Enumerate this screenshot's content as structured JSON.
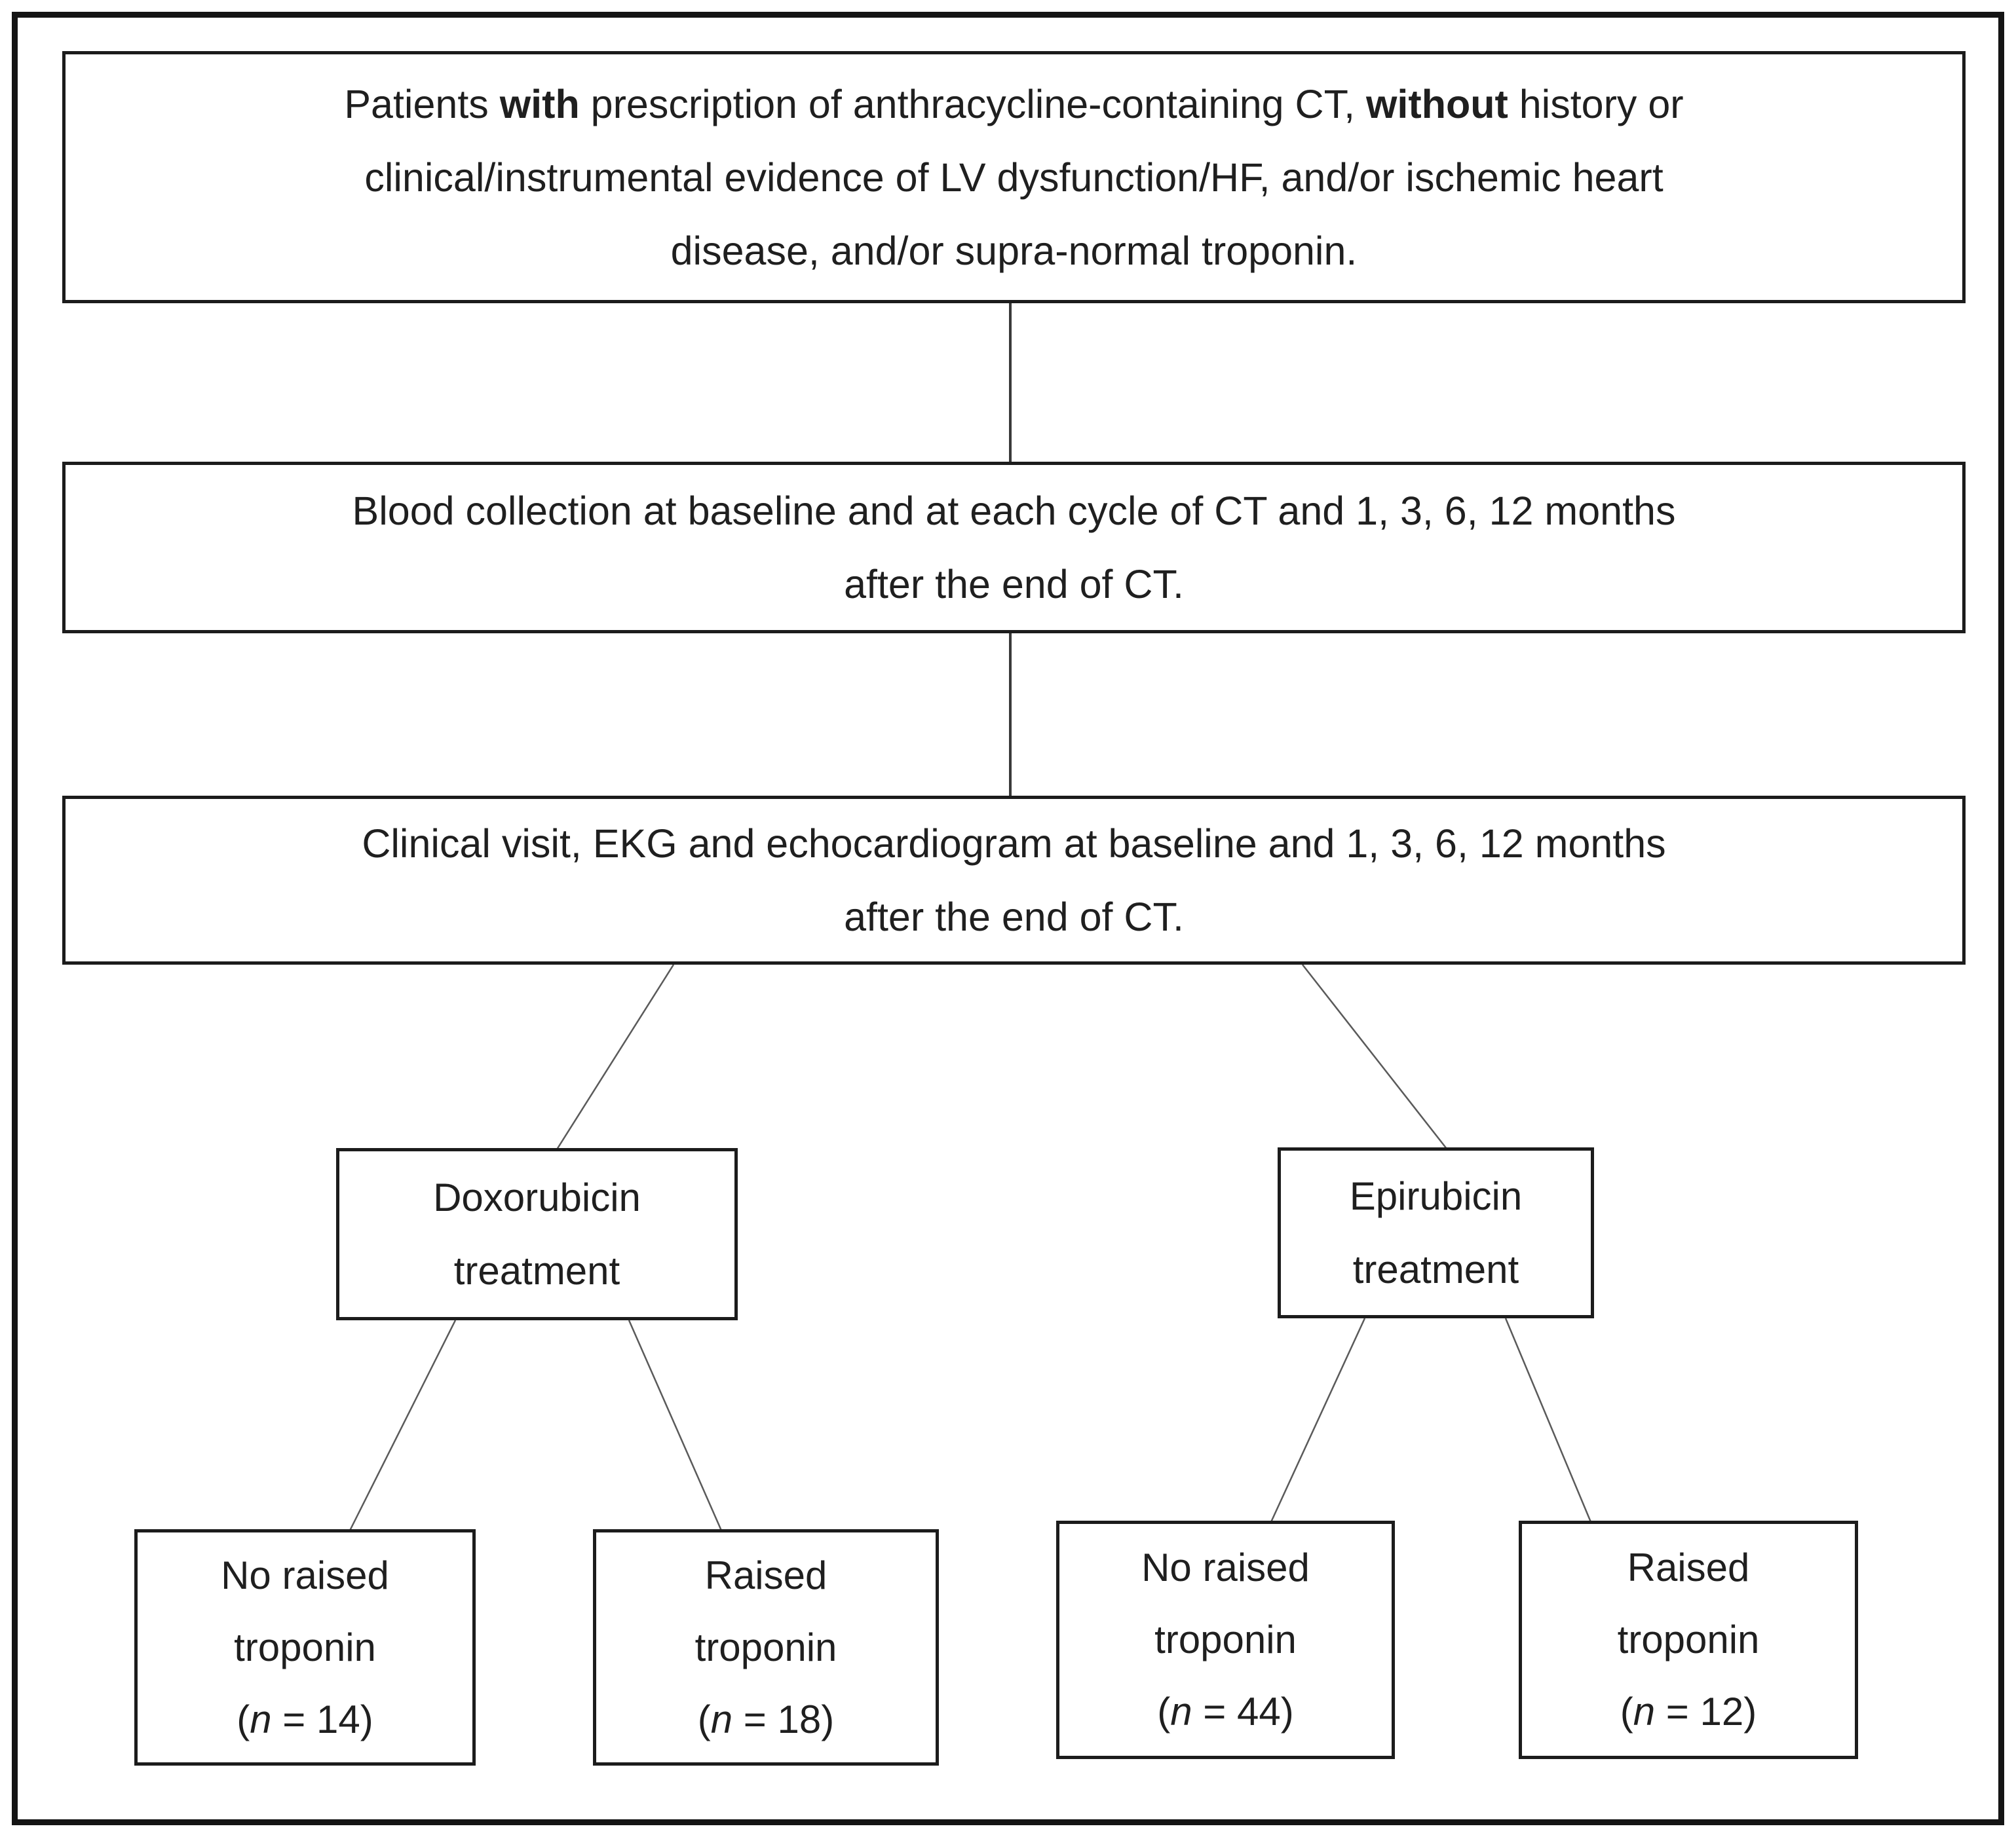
{
  "flow": {
    "eligibility": {
      "line1": [
        "Patients ",
        "with",
        " prescription of anthracycline-containing CT, ",
        "without",
        " history or"
      ],
      "line2": "clinical/instrumental evidence of LV dysfunction/HF, and/or ischemic heart",
      "line3": "disease, and/or supra-normal troponin."
    },
    "blood": {
      "line1": "Blood collection at baseline and at each cycle of CT and 1, 3, 6, 12 months",
      "line2": "after the end of CT."
    },
    "clinical": {
      "line1": "Clinical visit, EKG and echocardiogram at baseline and 1, 3, 6, 12 months",
      "line2": "after the end of CT."
    },
    "dox": {
      "line1": "Doxorubicin",
      "line2": "treatment"
    },
    "epi": {
      "line1": "Epirubicin",
      "line2": "treatment"
    },
    "dox_no": {
      "line1": "No raised",
      "line2": "troponin",
      "po": "(",
      "n": "n",
      "eq": " = ",
      "count": "14",
      "pc": ")"
    },
    "dox_raised": {
      "line1": "Raised",
      "line2": "troponin",
      "po": "(",
      "n": "n",
      "eq": " = ",
      "count": "18",
      "pc": ")"
    },
    "epi_no": {
      "line1": "No raised",
      "line2": "troponin",
      "po": "(",
      "n": "n",
      "eq": " = ",
      "count": "44",
      "pc": ")"
    },
    "epi_raised": {
      "line1": "Raised",
      "line2": "troponin",
      "po": "(",
      "n": "n",
      "eq": " = ",
      "count": "12",
      "pc": ")"
    }
  },
  "colors": {
    "background": "#ffffff",
    "box_border": "#1c1c1c",
    "frame_border": "#141414",
    "text": "#1f1f1f",
    "connector_vertical": "#3a3a3a",
    "connector_diagonal": "#5a5a5a"
  }
}
